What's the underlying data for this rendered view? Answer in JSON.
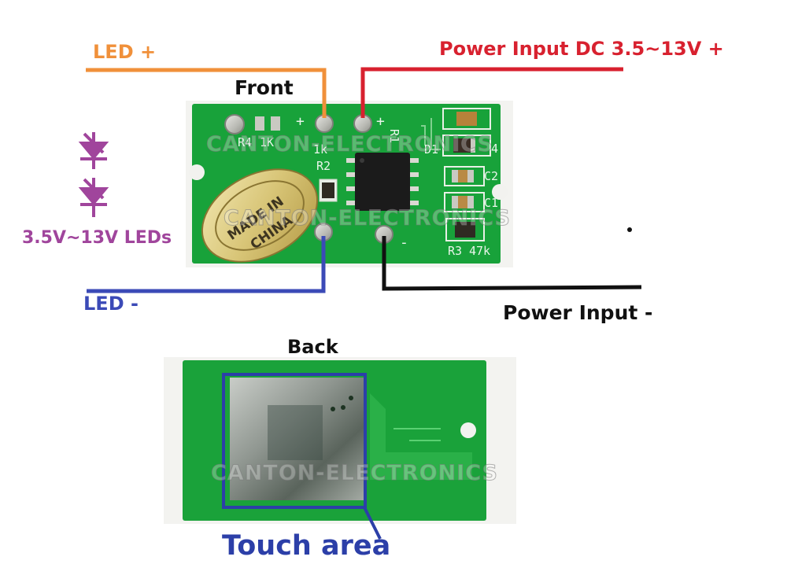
{
  "labels": {
    "led_plus": "LED +",
    "power_plus": "Power Input DC 3.5~13V +",
    "front": "Front",
    "leds": "3.5V~13V LEDs",
    "led_minus": "LED -",
    "power_minus": "Power Input -",
    "back": "Back",
    "touch_area": "Touch area"
  },
  "watermark": "CANTON-ELECTRONICS",
  "silkscreen": {
    "r4": "R4",
    "r4_value": "1K",
    "r4_value_alt": "1k",
    "r2": "R2",
    "r1": "R1",
    "d1": "D1",
    "c2": "C2",
    "c1": "C1",
    "r3": "R3",
    "r3_value": "47k",
    "plus_1": "+",
    "plus_2": "+",
    "minus": "-",
    "four": "4"
  },
  "sticker": {
    "line1": "MADE IN",
    "line2": "CHINA"
  },
  "colors": {
    "led_plus": "#f0903a",
    "power_plus": "#d8212f",
    "leds": "#a0459c",
    "led_minus": "#3b4ab7",
    "power_minus": "#111111",
    "touch_area": "#2c3fa8",
    "pcb": "#1aa23a"
  },
  "icons": [
    "led-diode-symbol",
    "led-diode-symbol"
  ]
}
